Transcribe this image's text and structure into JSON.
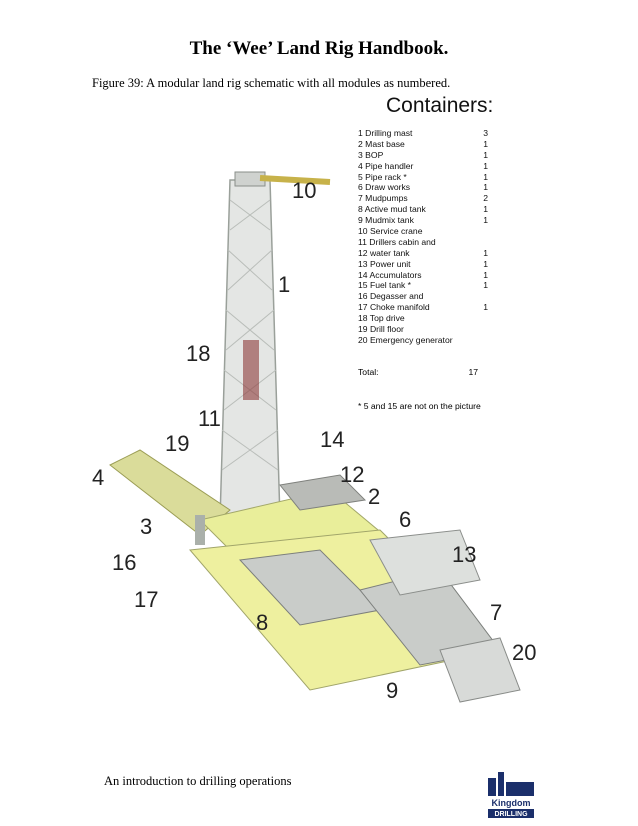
{
  "header": {
    "title": "The ‘Wee’ Land Rig Handbook."
  },
  "figure": {
    "caption": "Figure 39: A modular land rig schematic with all modules as numbered.",
    "containers_title": "Containers:",
    "items": [
      {
        "label": "1 Drilling mast",
        "qty": "3"
      },
      {
        "label": "2 Mast base",
        "qty": "1"
      },
      {
        "label": "3 BOP",
        "qty": "1"
      },
      {
        "label": "4 Pipe handler",
        "qty": "1"
      },
      {
        "label": "5 Pipe rack *",
        "qty": "1"
      },
      {
        "label": "6 Draw works",
        "qty": "1"
      },
      {
        "label": "7 Mudpumps",
        "qty": "2"
      },
      {
        "label": "8 Active mud tank",
        "qty": "1"
      },
      {
        "label": "9 Mudmix tank",
        "qty": "1"
      },
      {
        "label": "10 Service crane",
        "qty": ""
      },
      {
        "label": "11 Drillers cabin and",
        "qty": ""
      },
      {
        "label": "12  water tank",
        "qty": "1"
      },
      {
        "label": "13 Power unit",
        "qty": "1"
      },
      {
        "label": "14 Accumulators",
        "qty": "1"
      },
      {
        "label": "15 Fuel tank *",
        "qty": "1"
      },
      {
        "label": "16 Degasser and",
        "qty": ""
      },
      {
        "label": "17 Choke manifold",
        "qty": "1"
      },
      {
        "label": "18 Top drive",
        "qty": ""
      },
      {
        "label": "19 Drill floor",
        "qty": ""
      },
      {
        "label": "20 Emergency generator",
        "qty": ""
      }
    ],
    "total_label": "Total:",
    "total_qty": "17",
    "note": "* 5 and 15 are not on the picture",
    "callouts": [
      "10",
      "1",
      "18",
      "11",
      "19",
      "14",
      "4",
      "12",
      "2",
      "3",
      "6",
      "16",
      "13",
      "17",
      "7",
      "8",
      "20",
      "9"
    ]
  },
  "footer": {
    "text": "An introduction to drilling operations",
    "logo_line1": "Kingdom",
    "logo_line2": "DRILLING"
  }
}
